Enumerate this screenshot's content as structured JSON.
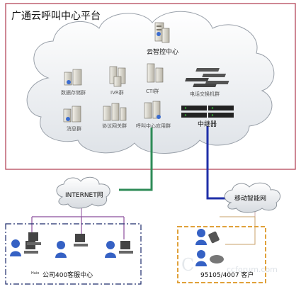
{
  "title": "广通云呼叫中心平台",
  "nodes": {
    "cloud_control": "云智控中心",
    "data_storage": "数据存储群",
    "ivr": "IVR群",
    "cti": "CTI群",
    "switch_cluster": "电话交换机群",
    "message": "消息群",
    "web_gateway": "协议网关群",
    "app_cluster": "呼叫中心应用群",
    "relay": "中继器"
  },
  "networks": {
    "internet": "INTERNET网",
    "mobile": "移动智能网"
  },
  "groups": {
    "agent_center": "公司400客服中心",
    "agent_logo": "Haio",
    "customers": "95105/4007 客户"
  },
  "watermark": {
    "main": "C",
    "sub": "ccforum.com"
  },
  "colors": {
    "frame_red": "#b5495a",
    "green_line": "#2e8b57",
    "blue_line": "#1f2fa8",
    "purple_line": "#8b4e9c",
    "orange_border": "#e0a13a"
  }
}
